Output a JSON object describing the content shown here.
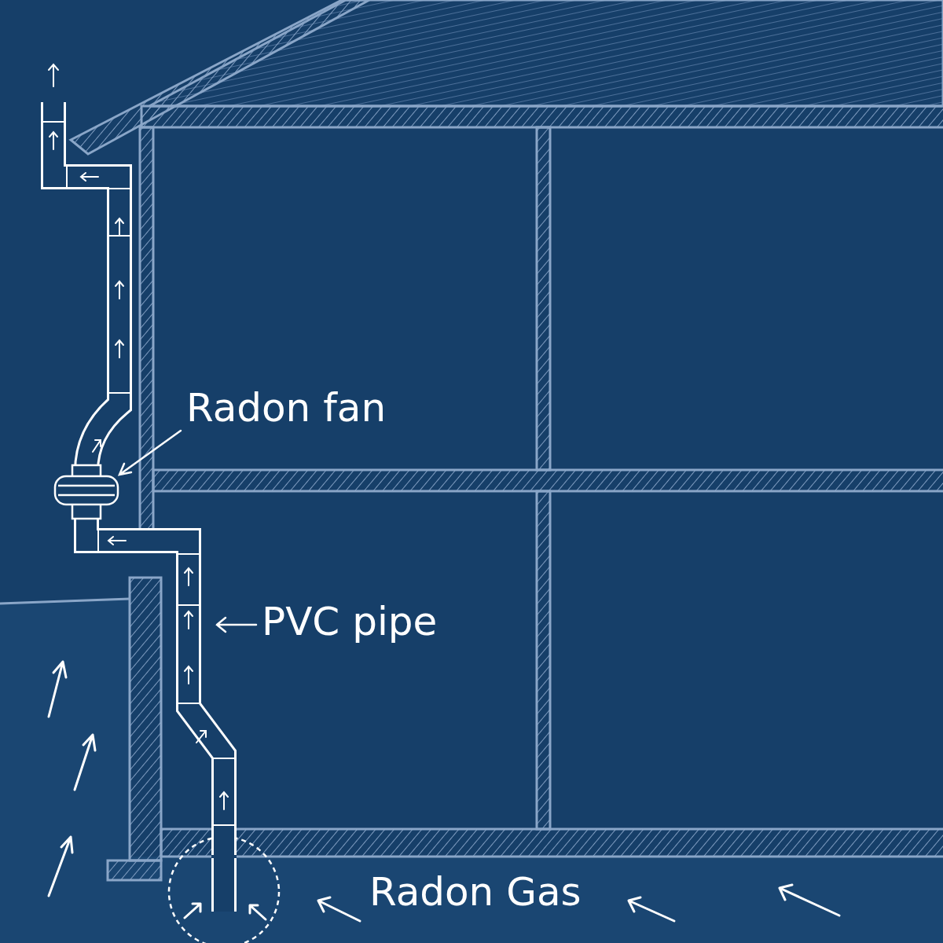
{
  "diagram": {
    "labels": [
      "Radon fan",
      "PVC pipe",
      "Radon Gas"
    ]
  }
}
